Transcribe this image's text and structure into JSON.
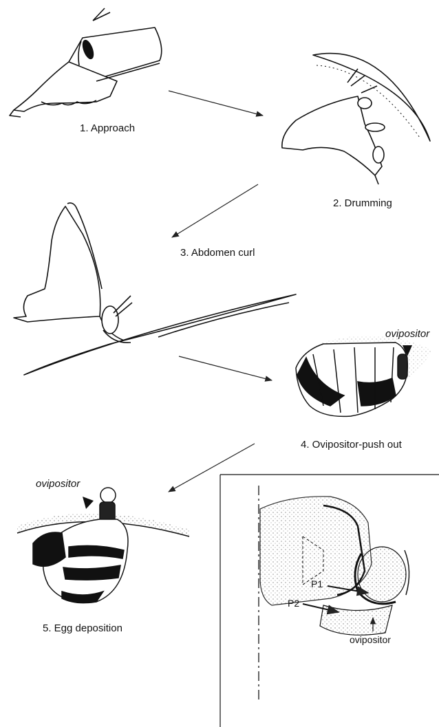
{
  "stages": [
    {
      "label": "1. Approach"
    },
    {
      "label": "2. Drumming"
    },
    {
      "label": "3. Abdomen curl"
    },
    {
      "label": "4. Ovipositor-push out"
    },
    {
      "label": "5. Egg deposition"
    }
  ],
  "annotations": {
    "ovipositor_stage4": "ovipositor",
    "ovipositor_stage5": "ovipositor"
  },
  "inset": {
    "p1": "P1",
    "p2": "P2",
    "ovipositor": "ovipositor"
  }
}
